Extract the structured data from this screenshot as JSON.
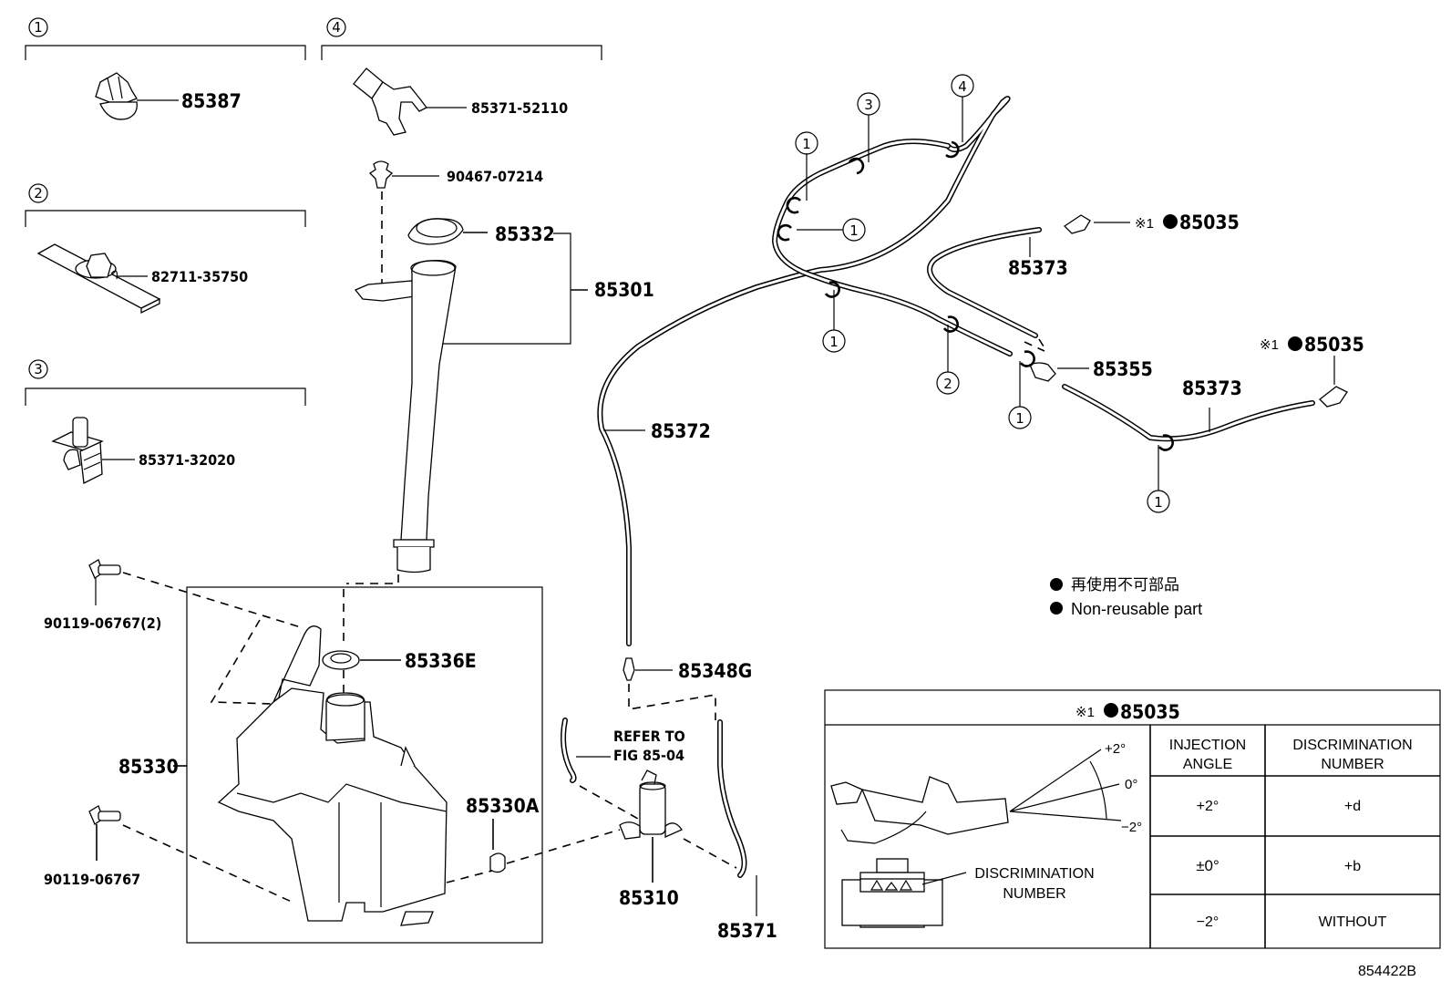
{
  "diagram": {
    "figure_id": "854422B",
    "clip_groups": [
      {
        "number": "1",
        "part_number": "85387"
      },
      {
        "number": "2",
        "part_number": "82711-35750"
      },
      {
        "number": "3",
        "part_number": "85371-32020"
      },
      {
        "number": "4",
        "part_number": "85371-52110"
      }
    ],
    "parts": {
      "pin": "90467-07214",
      "cap": "85332",
      "inlet_assy": "85301",
      "tank_assy": "85330",
      "grommet": "85336E",
      "bolt_upper": "90119-06767(2)",
      "bolt_lower": "90119-06767",
      "plug": "85330A",
      "pump": "85310",
      "hose_short": "85371",
      "check_valve": "85348G",
      "hose_main": "85372",
      "hose_left": "85373",
      "hose_right": "85373",
      "joint": "85355",
      "nozzle_left": "85035",
      "nozzle_right": "85035"
    },
    "nozzle_prefix": "※1",
    "nonreusable_mark": "●",
    "reference_note": [
      "REFER TO",
      "FIG 85-04"
    ],
    "hose_clip_callouts": [
      "1",
      "3",
      "4",
      "1",
      "1",
      "2",
      "1",
      "1"
    ],
    "legend": {
      "japanese": "再使用不可部品",
      "english": "Non-reusable part"
    },
    "detail_table": {
      "title_prefix": "※1",
      "title_part": "85035",
      "angle_labels": [
        "+2°",
        "0°",
        "−2°"
      ],
      "discrimination_label": [
        "DISCRIMINATION",
        "NUMBER"
      ],
      "headers": [
        [
          "INJECTION",
          "ANGLE"
        ],
        [
          "DISCRIMINATION",
          "NUMBER"
        ]
      ],
      "rows": [
        {
          "angle": "+2°",
          "number": "+d"
        },
        {
          "angle": "±0°",
          "number": "+b"
        },
        {
          "angle": "−2°",
          "number": "WITHOUT"
        }
      ]
    }
  }
}
